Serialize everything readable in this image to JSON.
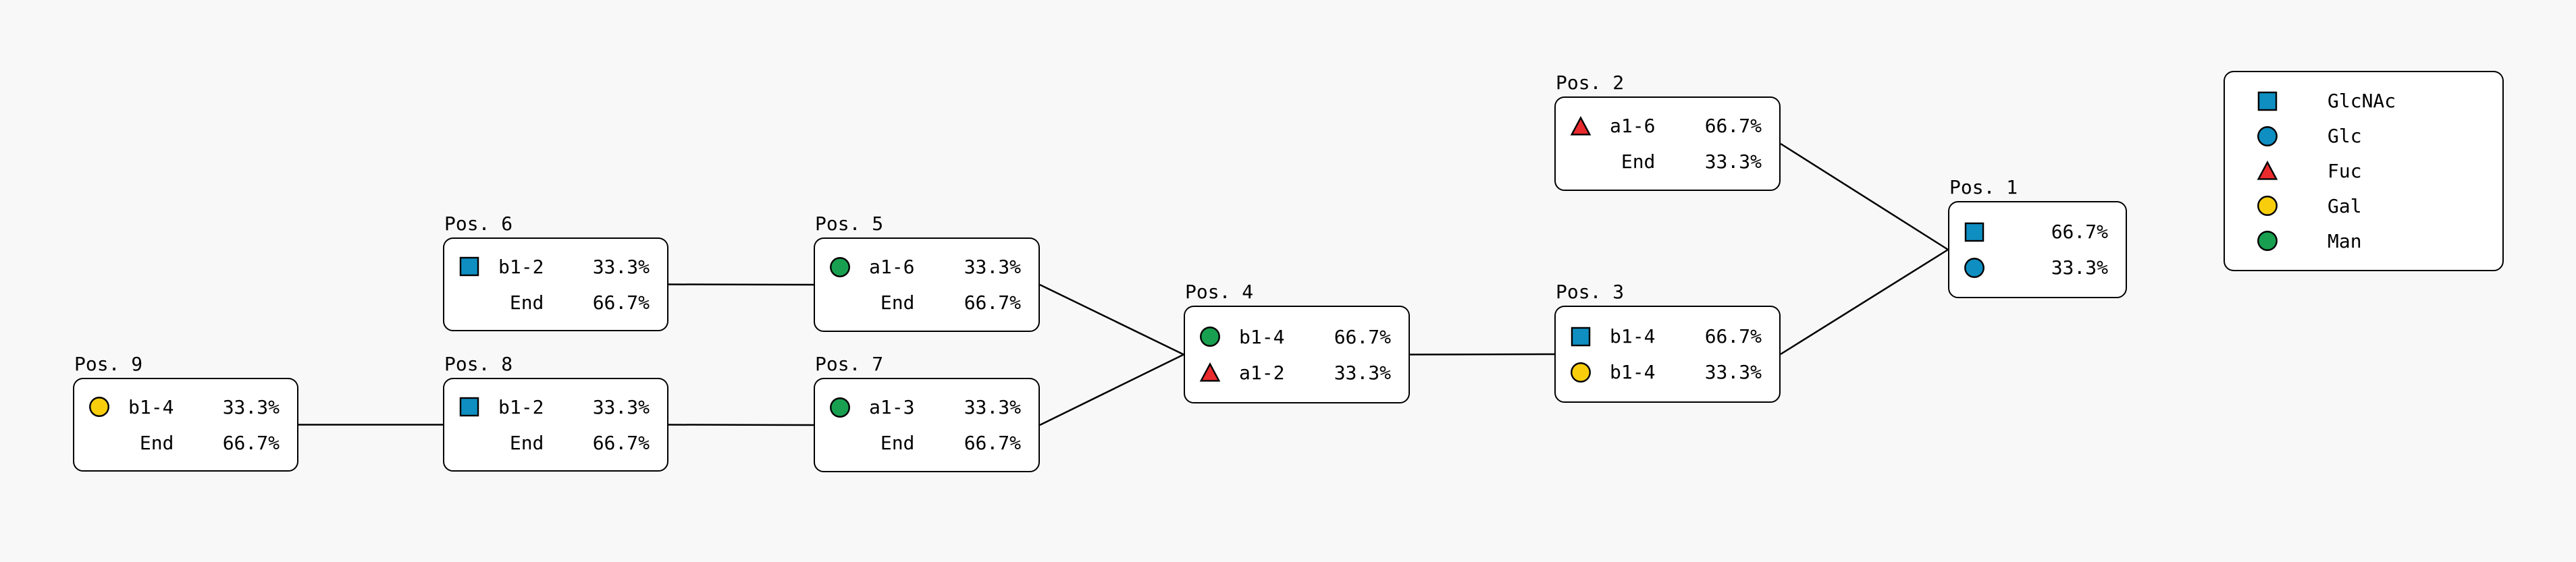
{
  "figure": {
    "background": "#f8f8f8",
    "edge_color": "#000000",
    "box_fill": "#ffffff",
    "box_border": "#000000"
  },
  "palette": {
    "GlcNAc": {
      "shape": "square",
      "color": "#0e8ec1"
    },
    "Glc": {
      "shape": "circle",
      "color": "#0e8ec1"
    },
    "Fuc": {
      "shape": "triangle",
      "color": "#e92b2e"
    },
    "Gal": {
      "shape": "circle",
      "color": "#f8ce0c"
    },
    "Man": {
      "shape": "circle",
      "color": "#18a050"
    }
  },
  "nodes": {
    "pos1": {
      "title": "Pos. 1",
      "rows": [
        {
          "icon": "GlcNAc",
          "linkage": "",
          "pct": "66.7%"
        },
        {
          "icon": "Glc",
          "linkage": "",
          "pct": "33.3%"
        }
      ]
    },
    "pos2": {
      "title": "Pos. 2",
      "rows": [
        {
          "icon": "Fuc",
          "linkage": "a1-6",
          "pct": "66.7%"
        },
        {
          "icon": "",
          "linkage": "End",
          "pct": "33.3%"
        }
      ]
    },
    "pos3": {
      "title": "Pos. 3",
      "rows": [
        {
          "icon": "GlcNAc",
          "linkage": "b1-4",
          "pct": "66.7%"
        },
        {
          "icon": "Gal",
          "linkage": "b1-4",
          "pct": "33.3%"
        }
      ]
    },
    "pos4": {
      "title": "Pos. 4",
      "rows": [
        {
          "icon": "Man",
          "linkage": "b1-4",
          "pct": "66.7%"
        },
        {
          "icon": "Fuc",
          "linkage": "a1-2",
          "pct": "33.3%"
        }
      ]
    },
    "pos5": {
      "title": "Pos. 5",
      "rows": [
        {
          "icon": "Man",
          "linkage": "a1-6",
          "pct": "33.3%"
        },
        {
          "icon": "",
          "linkage": "End",
          "pct": "66.7%"
        }
      ]
    },
    "pos6": {
      "title": "Pos. 6",
      "rows": [
        {
          "icon": "GlcNAc",
          "linkage": "b1-2",
          "pct": "33.3%"
        },
        {
          "icon": "",
          "linkage": "End",
          "pct": "66.7%"
        }
      ]
    },
    "pos7": {
      "title": "Pos. 7",
      "rows": [
        {
          "icon": "Man",
          "linkage": "a1-3",
          "pct": "33.3%"
        },
        {
          "icon": "",
          "linkage": "End",
          "pct": "66.7%"
        }
      ]
    },
    "pos8": {
      "title": "Pos. 8",
      "rows": [
        {
          "icon": "GlcNAc",
          "linkage": "b1-2",
          "pct": "33.3%"
        },
        {
          "icon": "",
          "linkage": "End",
          "pct": "66.7%"
        }
      ]
    },
    "pos9": {
      "title": "Pos. 9",
      "rows": [
        {
          "icon": "Gal",
          "linkage": "b1-4",
          "pct": "33.3%"
        },
        {
          "icon": "",
          "linkage": "End",
          "pct": "66.7%"
        }
      ]
    }
  },
  "edges": [
    {
      "from": "pos9",
      "to": "pos8"
    },
    {
      "from": "pos8",
      "to": "pos7"
    },
    {
      "from": "pos6",
      "to": "pos5"
    },
    {
      "from": "pos5",
      "to": "pos4"
    },
    {
      "from": "pos7",
      "to": "pos4"
    },
    {
      "from": "pos4",
      "to": "pos3"
    },
    {
      "from": "pos3",
      "to": "pos1"
    },
    {
      "from": "pos2",
      "to": "pos1"
    }
  ],
  "legend": {
    "items": [
      {
        "icon": "GlcNAc",
        "label": "GlcNAc"
      },
      {
        "icon": "Glc",
        "label": "Glc"
      },
      {
        "icon": "Fuc",
        "label": "Fuc"
      },
      {
        "icon": "Gal",
        "label": "Gal"
      },
      {
        "icon": "Man",
        "label": "Man"
      }
    ]
  }
}
